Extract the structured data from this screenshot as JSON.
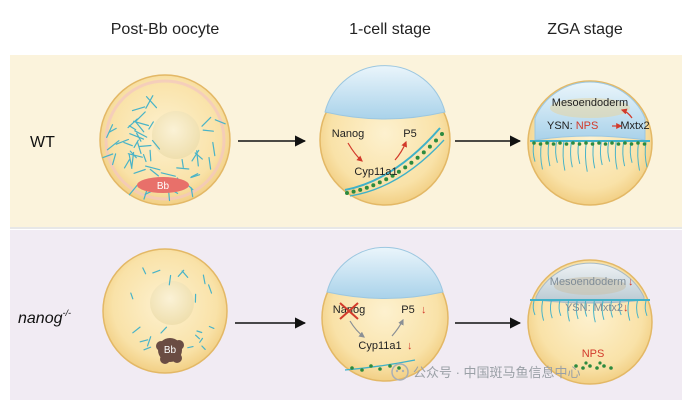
{
  "headers": {
    "col1": "Post-Bb oocyte",
    "col2": "1-cell stage",
    "col3": "ZGA stage"
  },
  "rows": {
    "wt": {
      "label": "WT",
      "bb": "Bb",
      "nanog": "Nanog",
      "p5": "P5",
      "cyp": "Cyp11a1",
      "meso": "Mesoendoderm",
      "ysn_prefix": "YSN: ",
      "nps": "NPS",
      "mxtx": "Mxtx2"
    },
    "mut": {
      "label_main": "nanog",
      "label_sup": "-/-",
      "bb": "Bb",
      "nanog": "Nanog",
      "p5": "P5",
      "cyp": "Cyp11a1",
      "meso": "Mesoendoderm",
      "ysn": "YSN: Mxtx2",
      "nps": "NPS",
      "down_arrow": "↓"
    }
  },
  "watermark": "公众号 · 中国斑马鱼信息中心",
  "colors": {
    "wt_band": "#fbf3dc",
    "mut_band": "#f1ebf3",
    "cell_fill": "#f9dea0",
    "cell_stroke": "#e4b868",
    "cap_fill": "#c5e1f2",
    "bb_red": "#e8706a",
    "accent_red": "#d23a2b",
    "cyan": "#3fb1c8",
    "green_dot": "#2d8a3e"
  }
}
